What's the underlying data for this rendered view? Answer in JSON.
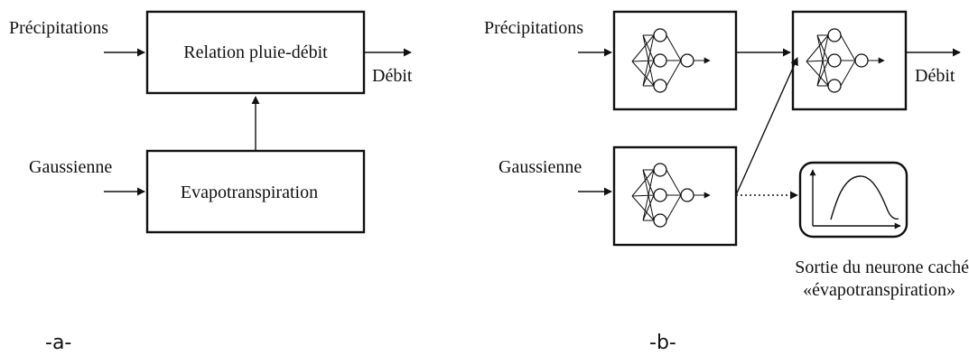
{
  "panel_a": {
    "caption": "-a-",
    "inputs": {
      "top": "Précipitations",
      "bottom": "Gaussienne"
    },
    "boxes": {
      "top": "Relation pluie-débit",
      "bottom": "Evapotranspiration"
    },
    "output": "Débit"
  },
  "panel_b": {
    "caption": "-b-",
    "inputs": {
      "top": "Précipitations",
      "bottom": "Gaussienne"
    },
    "output": "Débit",
    "hidden_caption_line1": "Sortie du neurone caché",
    "hidden_caption_line2": "«évapotranspiration»"
  },
  "colors": {
    "ink": "#111111",
    "background": "#ffffff"
  }
}
